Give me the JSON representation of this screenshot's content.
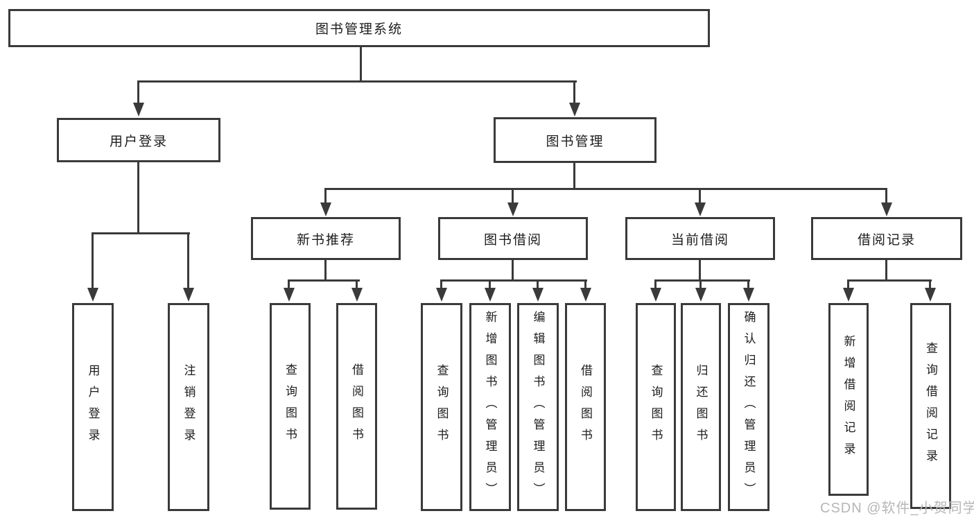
{
  "diagram": {
    "root": "图书管理系统",
    "level2": [
      "用户登录",
      "图书管理"
    ],
    "level3": [
      "新书推荐",
      "图书借阅",
      "当前借阅",
      "借阅记录"
    ],
    "leaves": [
      "用户登录",
      "注销登录",
      "查询图书",
      "借阅图书",
      "查询图书",
      "新增图书（管理员）",
      "编辑图书（管理员）",
      "借阅图书",
      "查询图书",
      "归还图书",
      "确认归还（管理员）",
      "新增借阅记录",
      "查询借阅记录"
    ],
    "colors": {
      "line": "#3a3a3a",
      "text": "#1c1c1c",
      "background": "#ffffff",
      "watermark": "#b6b6b9"
    }
  },
  "watermark": "CSDN @软件_小贺同学"
}
